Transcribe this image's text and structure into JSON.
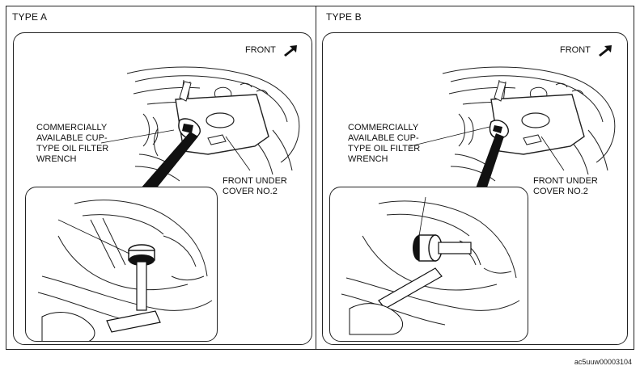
{
  "type_a": {
    "label": "TYPE A",
    "front_label": "FRONT",
    "wrench_callout": "COMMERCIALLY\nAVAILABLE CUP-\nTYPE OIL FILTER\nWRENCH",
    "cover_callout": "FRONT UNDER\nCOVER NO.2"
  },
  "type_b": {
    "label": "TYPE B",
    "front_label": "FRONT",
    "wrench_callout": "COMMERCIALLY\nAVAILABLE CUP-\nTYPE OIL FILTER\nWRENCH",
    "cover_callout": "FRONT UNDER\nCOVER NO.2"
  },
  "figure_code": "ac5uuw00003104",
  "icons": {
    "front_arrow": "arrow-up-right-icon"
  }
}
